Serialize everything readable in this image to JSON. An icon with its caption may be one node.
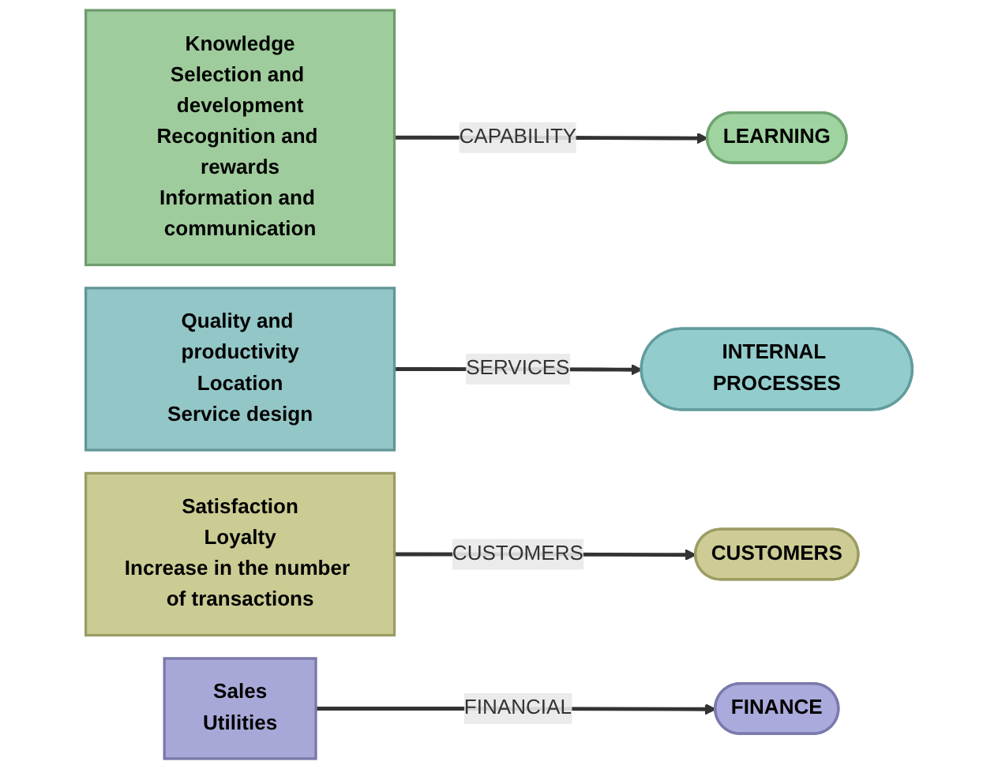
{
  "diagram": {
    "nodes": [
      {
        "text": [
          "Knowledge",
          "Selection and development",
          "Recognition and rewards",
          "Information and communication"
        ]
      },
      {
        "text": [
          "LEARNING"
        ]
      },
      {
        "text": [
          "Quality and productivity",
          "Location",
          "Service design"
        ]
      },
      {
        "text": [
          "INTERNAL PROCESSES"
        ]
      },
      {
        "text": [
          "Satisfaction",
          "Loyalty",
          "Increase in the number of transactions"
        ]
      },
      {
        "text": [
          "CUSTOMERS"
        ]
      },
      {
        "text": [
          "Sales",
          "Utilities"
        ]
      },
      {
        "text": [
          "FINANCE"
        ]
      }
    ],
    "edges": [
      {
        "from": 0,
        "to": 1,
        "arrow": "to",
        "label": "CAPABILITY"
      },
      {
        "from": 2,
        "to": 3,
        "arrow": "to",
        "label": "SERVICES"
      },
      {
        "from": 4,
        "to": 5,
        "arrow": "to",
        "label": "CUSTOMERS"
      },
      {
        "from": 6,
        "to": 7,
        "arrow": "to",
        "label": "FINANCIAL"
      }
    ]
  }
}
